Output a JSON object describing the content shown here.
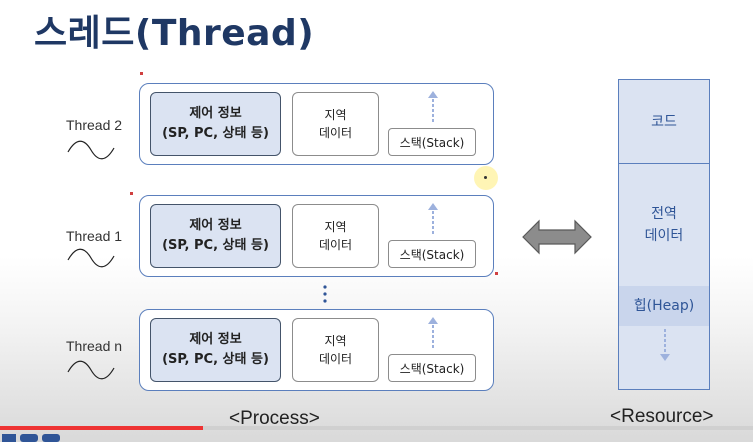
{
  "title": "스레드(Thread)",
  "threads": [
    {
      "label": "Thread 2",
      "control_line1": "제어 정보",
      "control_line2": "(SP, PC, 상태 등)",
      "local_line1": "지역",
      "local_line2": "데이터",
      "stack": "스택(Stack)"
    },
    {
      "label": "Thread 1",
      "control_line1": "제어 정보",
      "control_line2": "(SP, PC, 상태 등)",
      "local_line1": "지역",
      "local_line2": "데이터",
      "stack": "스택(Stack)"
    },
    {
      "label": "Thread n",
      "control_line1": "제어 정보",
      "control_line2": "(SP, PC, 상태 등)",
      "local_line1": "지역",
      "local_line2": "데이터",
      "stack": "스택(Stack)"
    }
  ],
  "resource": {
    "code": "코드",
    "data_line1": "전역",
    "data_line2": "데이터",
    "heap": "힙(Heap)"
  },
  "captions": {
    "process": "<Process>",
    "resource": "<Resource>"
  },
  "video_progress": 0.27,
  "colors": {
    "title": "#1f3864",
    "box_border": "#5b7fbd",
    "control_fill": "#dbe3f2",
    "resource_fill": "#dbe3f2",
    "arrow": "#8c8c8c",
    "progress": "#e33333"
  }
}
